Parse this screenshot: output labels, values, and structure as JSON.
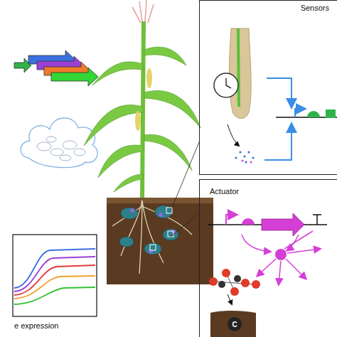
{
  "diagram": {
    "nodes": [
      {
        "text": [
          "Sensors"
        ]
      },
      {
        "text": [
          "Actuator"
        ]
      }
    ],
    "labels": [
      "e expression",
      "C"
    ]
  }
}
